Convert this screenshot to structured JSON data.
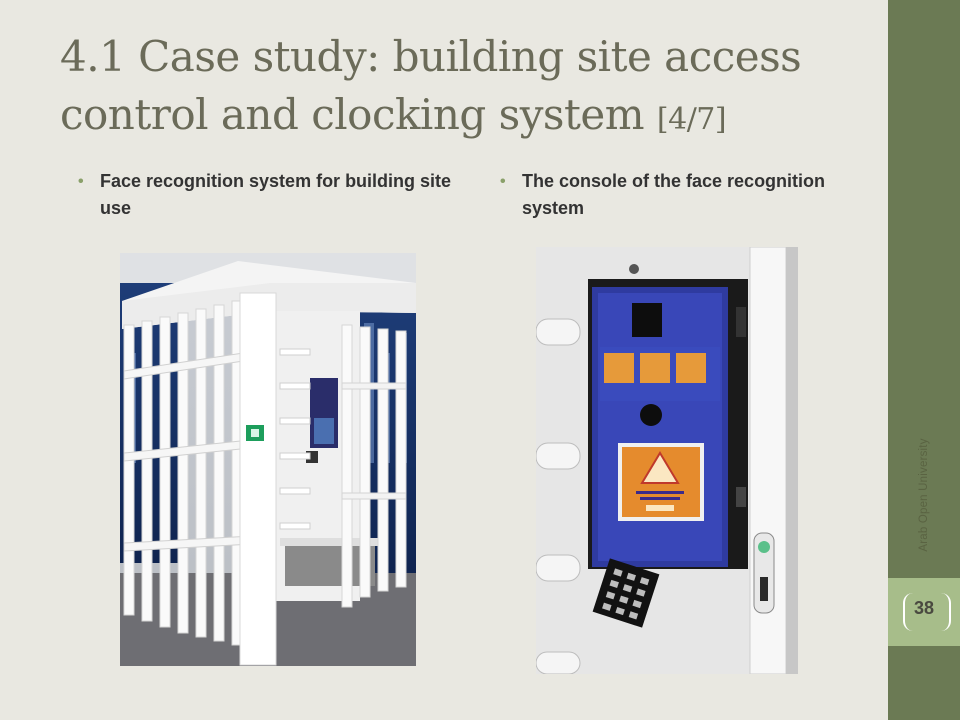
{
  "slide": {
    "title_main": "4.1 Case study: building site access control and clocking system",
    "title_suffix": "[4/7]",
    "bullets": [
      "Face recognition system for building site use",
      "The console of the face recognition system"
    ],
    "organization": "Arab Open University",
    "page_number": "38"
  },
  "images": [
    {
      "subject": "face recognition turnstile cage"
    },
    {
      "subject": "face recognition console with keypad"
    }
  ],
  "colors": {
    "background": "#e9e8e1",
    "sidebar": "#6b7a54",
    "page_box": "#a7bd8a",
    "title": "#6b6b59",
    "bullet_dot": "#8aa06a"
  }
}
